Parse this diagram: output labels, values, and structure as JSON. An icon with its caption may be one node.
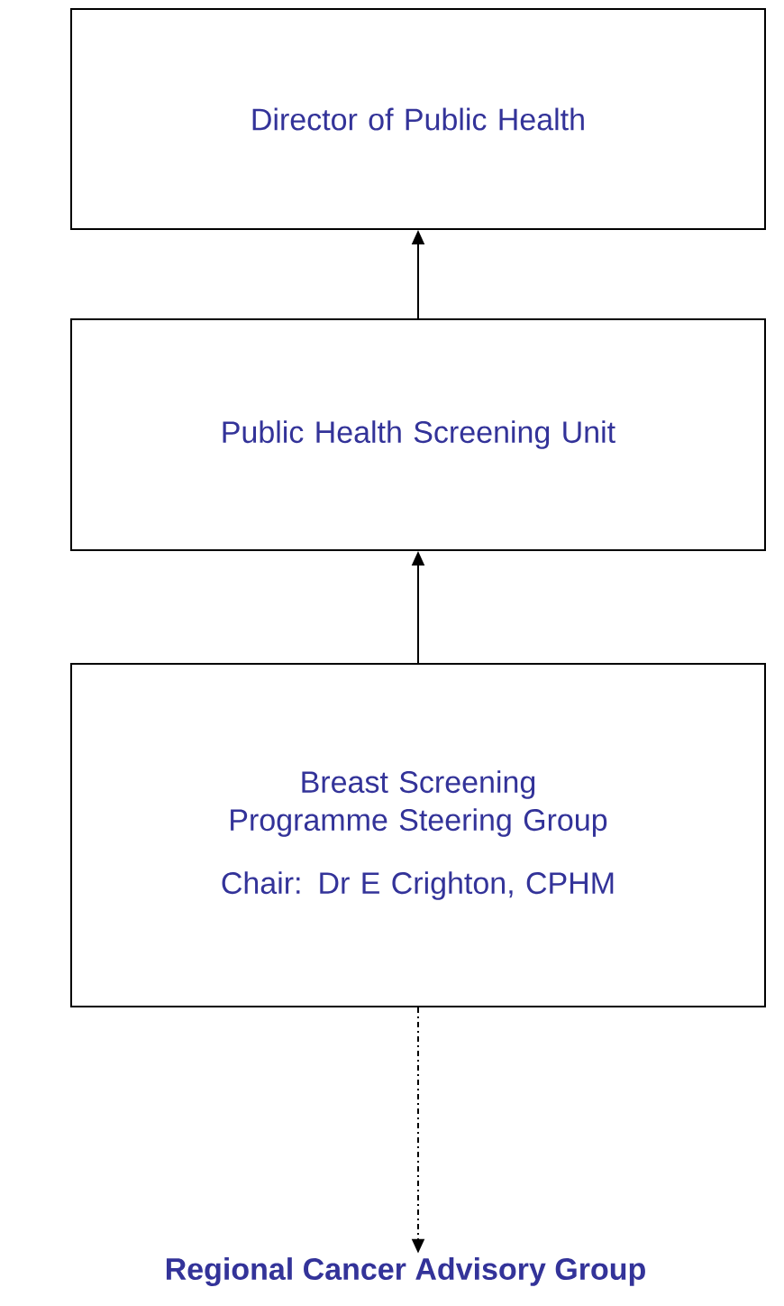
{
  "diagram": {
    "nodes": [
      {
        "text": [
          "Director of Public Health"
        ]
      },
      {
        "text": [
          "Public Health Screening Unit"
        ]
      },
      {
        "text": [
          "Breast Screening Programme Steering Group",
          "Chair: Dr E Crighton, CPHM"
        ]
      },
      {
        "text": [
          "Regional Cancer Advisory Group"
        ]
      }
    ],
    "edges": [
      {
        "from": 1,
        "to": 0,
        "arrow": "to"
      },
      {
        "from": 2,
        "to": 1,
        "arrow": "to"
      },
      {
        "from": 2,
        "to": 3,
        "arrow": "to",
        "style": "dashed"
      }
    ]
  }
}
